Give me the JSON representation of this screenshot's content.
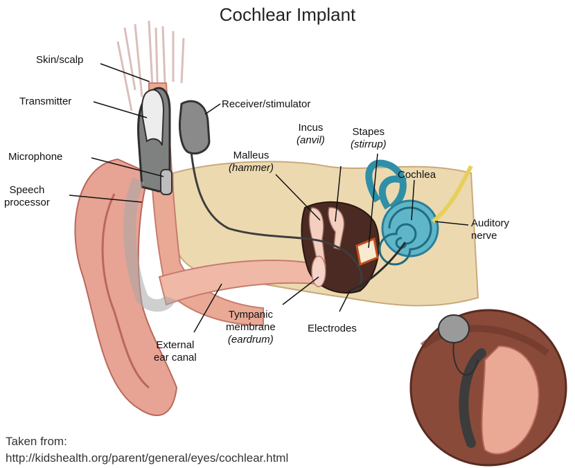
{
  "title": "Cochlear Implant",
  "labels": {
    "skin_scalp": "Skin/scalp",
    "transmitter": "Transmitter",
    "microphone": "Microphone",
    "speech_processor": [
      "Speech",
      "processor"
    ],
    "receiver_stimulator": "Receiver/stimulator",
    "malleus": [
      "Malleus",
      "(hammer)"
    ],
    "incus": [
      "Incus",
      "(anvil)"
    ],
    "stapes": [
      "Stapes",
      "(stirrup)"
    ],
    "cochlea": "Cochlea",
    "auditory_nerve": [
      "Auditory",
      "nerve"
    ],
    "tympanic_membrane": [
      "Tympanic",
      "membrane",
      "(eardrum)"
    ],
    "electrodes": "Electrodes",
    "external_ear_canal": [
      "External",
      "ear canal"
    ]
  },
  "source": {
    "line1": "Taken from:",
    "line2": "http://kidshealth.org/parent/general/eyes/cochlear.html"
  }
}
